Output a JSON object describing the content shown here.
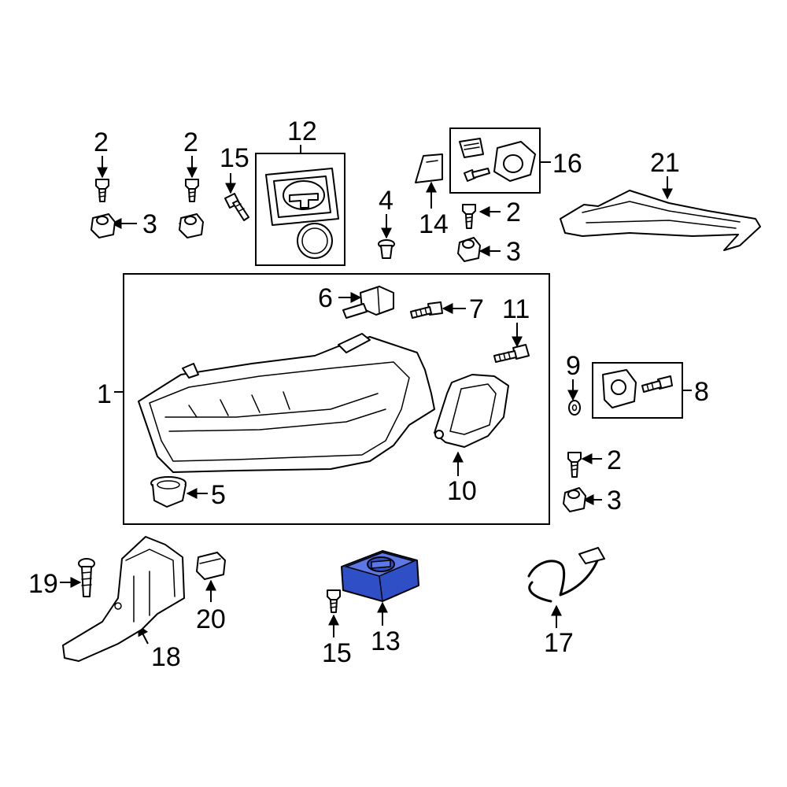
{
  "callouts": [
    {
      "id": "c1",
      "text": "1"
    },
    {
      "id": "c2a",
      "text": "2"
    },
    {
      "id": "c2b",
      "text": "2"
    },
    {
      "id": "c2c",
      "text": "2"
    },
    {
      "id": "c2d",
      "text": "2"
    },
    {
      "id": "c3a",
      "text": "3"
    },
    {
      "id": "c3b",
      "text": "3"
    },
    {
      "id": "c3c",
      "text": "3"
    },
    {
      "id": "c4",
      "text": "4"
    },
    {
      "id": "c5",
      "text": "5"
    },
    {
      "id": "c6",
      "text": "6"
    },
    {
      "id": "c7",
      "text": "7"
    },
    {
      "id": "c8",
      "text": "8"
    },
    {
      "id": "c9",
      "text": "9"
    },
    {
      "id": "c10",
      "text": "10"
    },
    {
      "id": "c11",
      "text": "11"
    },
    {
      "id": "c12",
      "text": "12"
    },
    {
      "id": "c13",
      "text": "13"
    },
    {
      "id": "c14",
      "text": "14"
    },
    {
      "id": "c15a",
      "text": "15"
    },
    {
      "id": "c15b",
      "text": "15"
    },
    {
      "id": "c16",
      "text": "16"
    },
    {
      "id": "c17",
      "text": "17"
    },
    {
      "id": "c18",
      "text": "18"
    },
    {
      "id": "c19",
      "text": "19"
    },
    {
      "id": "c20",
      "text": "20"
    },
    {
      "id": "c21",
      "text": "21"
    }
  ],
  "highlight": {
    "part_number": "13",
    "color": "#2f4fc7"
  }
}
